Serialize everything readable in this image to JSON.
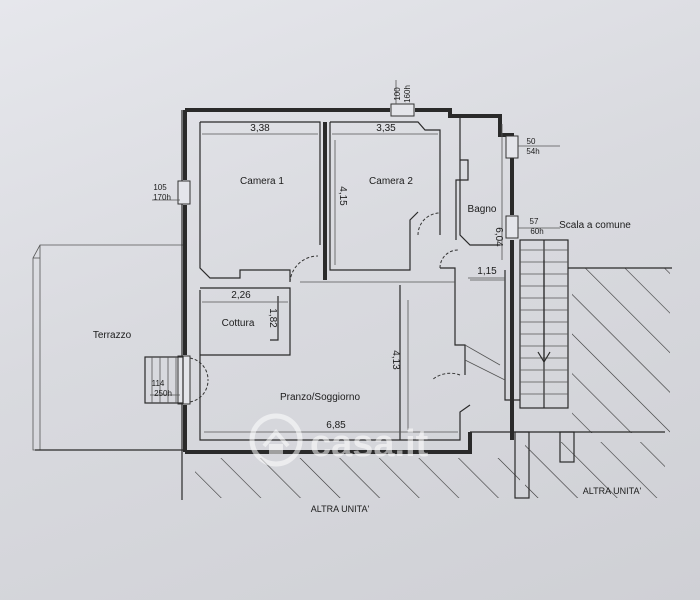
{
  "rooms": {
    "camera1": "Camera 1",
    "camera2": "Camera 2",
    "bagno": "Bagno",
    "cottura": "Cottura",
    "soggiorno": "Pranzo/Soggiorno",
    "terrazzo": "Terrazzo",
    "scala": "Scala a comune",
    "altra_left": "ALTRA UNITA'",
    "altra_right": "ALTRA UNITA'"
  },
  "dimensions": {
    "c1_width": "3,38",
    "c2_width": "3,35",
    "c2_height": "4,15",
    "bagno_height": "6,04",
    "bagno_width": "1,15",
    "cottura_width": "2,26",
    "cottura_height": "1,82",
    "soggiorno_height": "4,13",
    "soggiorno_width": "6,85"
  },
  "openings": {
    "top_a": "100",
    "top_b": "160h",
    "left_a": "105",
    "left_b": "170h",
    "right_a": "50",
    "right_b": "54h",
    "right2_a": "57",
    "right2_b": "60h",
    "door_a": "114",
    "door_b": "250h"
  },
  "watermark": "casa.it"
}
